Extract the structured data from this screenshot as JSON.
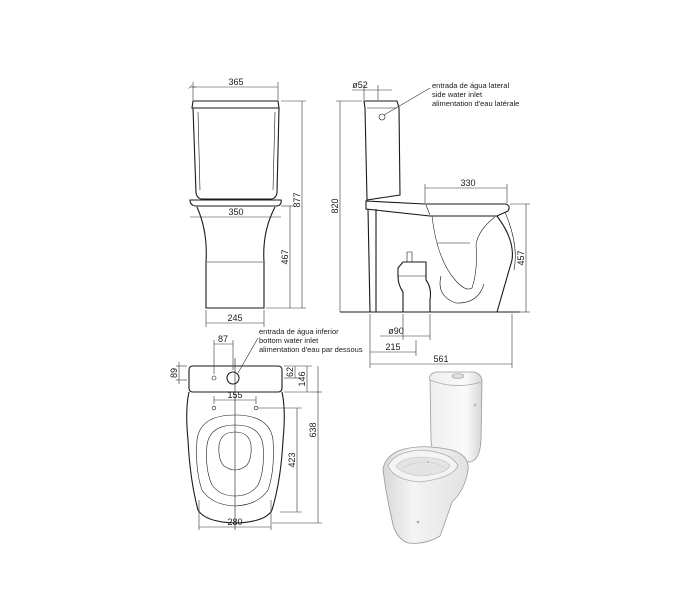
{
  "front_view": {
    "width_top": "365",
    "width_mid": "350",
    "width_base": "245",
    "height_total": "877",
    "height_seat": "467"
  },
  "side_view": {
    "inlet_dia": "ø52",
    "side_inlet_note": [
      "entrada de água lateral",
      "side water inlet",
      "alimentation d'eau latérale"
    ],
    "height_tank": "820",
    "bowl_width": "330",
    "height_bowl": "457",
    "outlet_dia": "ø90",
    "outlet_offset": "215",
    "depth_total": "561"
  },
  "top_view": {
    "inlet_offset": "87",
    "bottom_inlet_note": [
      "entrada de água inferior",
      "bottom water inlet",
      "alimentation d'eau par dessous"
    ],
    "dim_89": "89",
    "dim_62": "62",
    "dim_146": "146",
    "fix_spacing": "155",
    "dim_423": "423",
    "dim_638": "638",
    "width_base": "280"
  },
  "colors": {
    "line": "#1a1a1a",
    "render_fill": "#f7f7f7",
    "render_shadow": "#d9d9d9"
  }
}
